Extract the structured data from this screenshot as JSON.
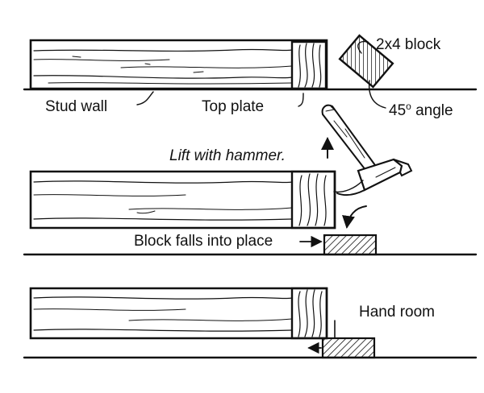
{
  "labels": {
    "block": "2x4 block",
    "stud_wall": "Stud wall",
    "top_plate": "Top plate",
    "angle_value": "45",
    "angle_degree": "o",
    "angle_word": " angle",
    "lift": "Lift with hammer.",
    "falls": "Block falls into place",
    "hand_room": "Hand room"
  }
}
